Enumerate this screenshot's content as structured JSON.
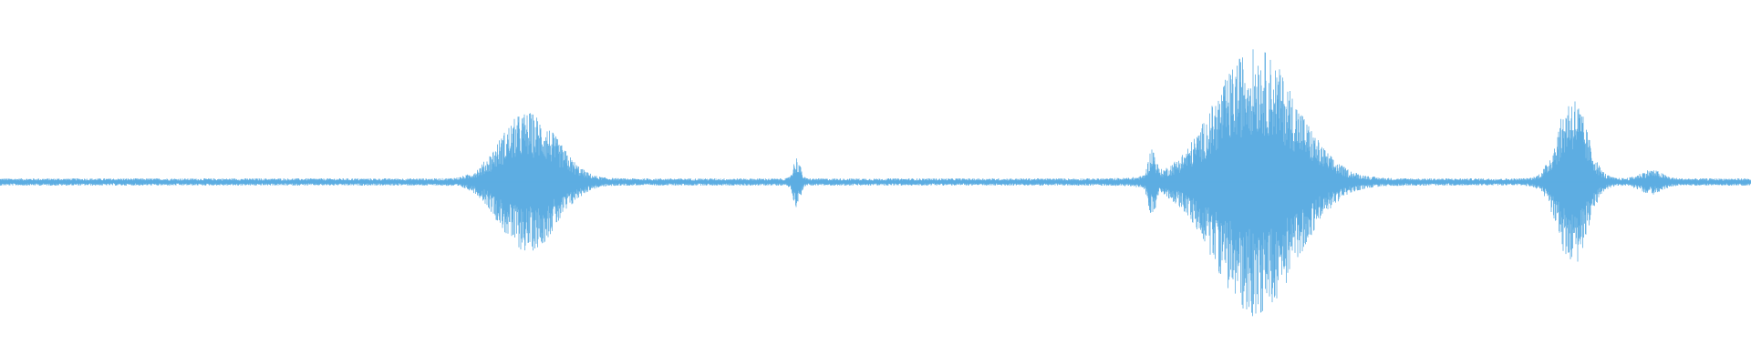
{
  "waveform": {
    "color": "#5dade2",
    "background": "#ffffff",
    "noise_level": 0.02,
    "bursts": [
      {
        "center": 0.293,
        "spread": 0.012,
        "peak": 0.22
      },
      {
        "center": 0.31,
        "spread": 0.013,
        "peak": 0.24
      },
      {
        "center": 0.455,
        "spread": 0.002,
        "peak": 0.12
      },
      {
        "center": 0.658,
        "spread": 0.002,
        "peak": 0.15
      },
      {
        "center": 0.717,
        "spread": 0.023,
        "peak": 0.72
      },
      {
        "center": 0.898,
        "spread": 0.008,
        "peak": 0.46
      },
      {
        "center": 0.943,
        "spread": 0.006,
        "peak": 0.05
      }
    ]
  }
}
